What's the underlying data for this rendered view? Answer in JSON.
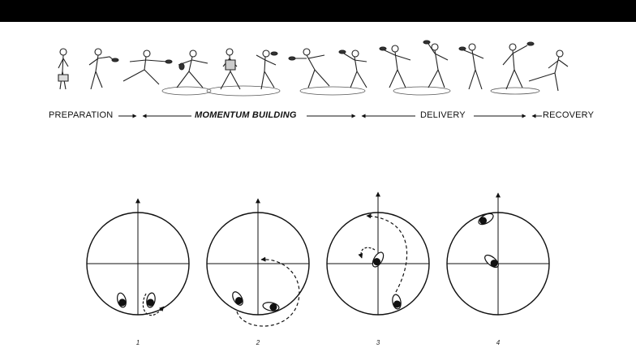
{
  "phases": {
    "preparation": "PREPARATION",
    "momentum": "MOMENTUM BUILDING",
    "delivery": "DELIVERY",
    "recovery": "RECOVERY"
  },
  "diagrams": [
    {
      "label": "1"
    },
    {
      "label": "2"
    },
    {
      "label": "3"
    },
    {
      "label": "4"
    }
  ],
  "colors": {
    "ink": "#111111",
    "background": "#ffffff",
    "bar": "#000000"
  }
}
